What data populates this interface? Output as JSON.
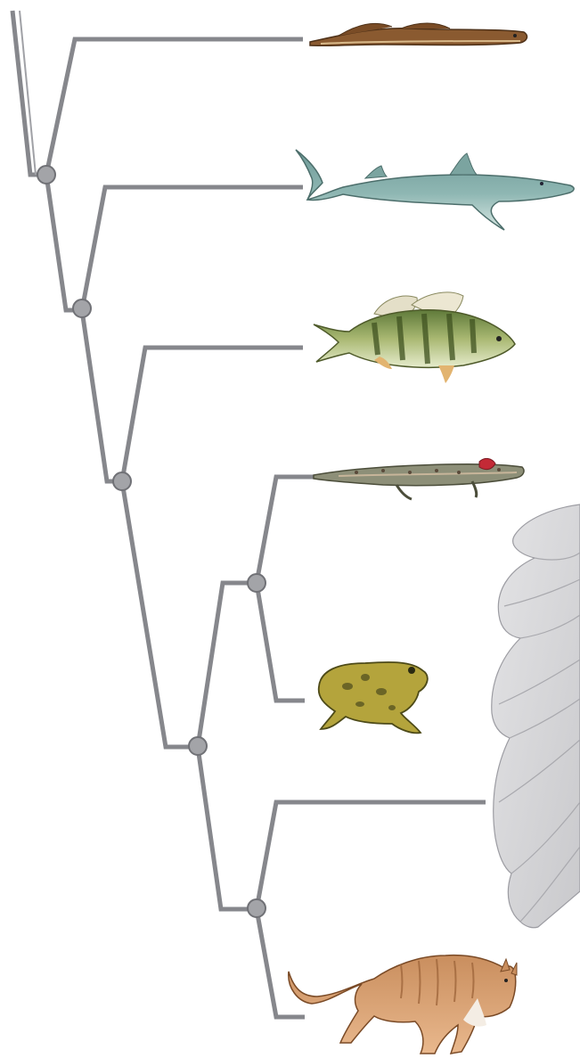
{
  "diagram": {
    "type": "cladogram",
    "taxa": [
      {
        "id": "lamprey",
        "icon": "lamprey-icon"
      },
      {
        "id": "shark",
        "icon": "shark-icon"
      },
      {
        "id": "perch",
        "icon": "perch-icon"
      },
      {
        "id": "salamander",
        "icon": "salamander-icon"
      },
      {
        "id": "frog",
        "icon": "frog-icon"
      },
      {
        "id": "bird",
        "icon": "bird-wing-icon"
      },
      {
        "id": "cat",
        "icon": "cat-icon"
      }
    ],
    "nodes": 6,
    "colors": {
      "branch": "#86878c",
      "node": "#a3a4a8",
      "background": "#ffffff"
    }
  }
}
